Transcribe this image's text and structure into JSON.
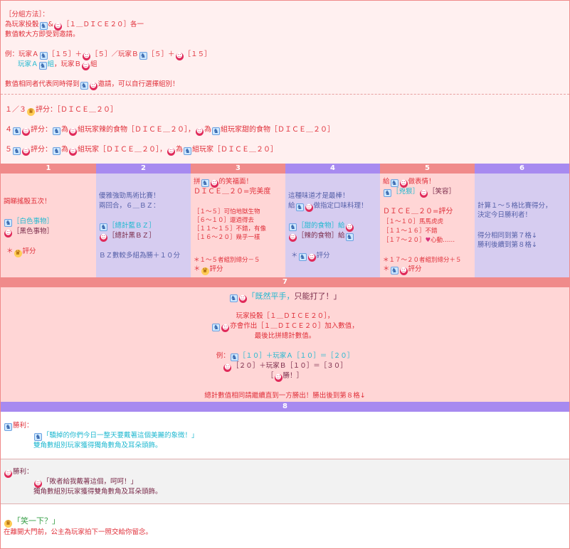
{
  "colors": {
    "pink": "#e0303a",
    "cyan": "#1fb8d0",
    "header_pink": "#f08a8a",
    "header_purple": "#a78af0",
    "cell_pink": "#ffd6d6",
    "cell_purple": "#d6ccf0"
  },
  "intro": {
    "l1": "［分組方法］：",
    "l2a": "為玩家投骰",
    "l2b": "&",
    "l2c": "［１＿ＤＩＣＥ２０］各一",
    "l3": "數值較大方即受到邀請。",
    "l4a": "例：玩家Ａ",
    "l4b": "［１５］＋",
    "l4c": "［５］／玩家Ｂ",
    "l4d": "［５］＋",
    "l4e": "［１５］",
    "l5a": "玩家Ａ",
    "l5b": "組",
    "l5c": "，玩家Ｂ",
    "l5d": "組",
    "l6a": "數值相同者代表同時得到",
    "l6b": "邀請，可以自行選擇組別！"
  },
  "scoring": {
    "l1a": "１／３",
    "l1b": "評分：［ＤＩＣＥ＿２０］",
    "l2a": "４",
    "l2b": "評分：",
    "l2c": "為",
    "l2d": "組玩家辣的食物［ＤＩＣＥ＿２０］，",
    "l2e": "為",
    "l2f": "組玩家甜的食物［ＤＩＣＥ＿２０］",
    "l3a": "５",
    "l3b": "評分：",
    "l3c": "為",
    "l3d": "組玩家［ＤＩＣＥ＿２０］，",
    "l3e": "為",
    "l3f": "組玩家［ＤＩＣＥ＿２０］"
  },
  "columns": [
    "1",
    "2",
    "3",
    "4",
    "5",
    "6"
  ],
  "cells": {
    "c1": {
      "l1": "謁睇搖骰五次！",
      "l2": "［白色事物］",
      "l3": "［黑色事物］",
      "l4": "＊",
      "l5": "評分"
    },
    "c2": {
      "l1": "優雅強勁馬術比賽！",
      "l2": "兩回合，６＿ＢＺ：",
      "l3": "［總計藍ＢＺ］",
      "l4": "［總計黑ＢＺ］",
      "l5": "ＢＺ數較多組為勝＋１０分"
    },
    "c3": {
      "l1a": "拼",
      "l1b": "的笑福面！",
      "l2": "ＤＩＣＥ＿２０=完美度",
      "l3": "［１～５］可怕地獄生物",
      "l4": "［６～１０］還過得去",
      "l5": "［１１～１５］不錯，有像",
      "l6": "［１６～２０］幾乎一樣",
      "l7": "＊１～５者組別總分－５",
      "l8a": "＊",
      "l8b": "評分"
    },
    "c4": {
      "l1": "這種味道才是最棒！",
      "l2a": "給",
      "l2b": "做指定口味料理！",
      "l3a": "［甜的食物］給",
      "l4a": "［辣的食物］給",
      "l5a": "＊",
      "l5b": "評分"
    },
    "c5": {
      "l1a": "給",
      "l1b": "做表情！",
      "l2a": "［兇狠］",
      "l2b": "［笑容］",
      "l3": "ＤＩＣＥ＿２０=評分",
      "l4": "［１～１０］馬馬虎虎",
      "l5": "［１１～１６］不錯",
      "l6a": "［１７～２０］",
      "l6b": "心動……",
      "l7": "＊１７～２０者組別總分＋５",
      "l8a": "＊",
      "l8b": "評分"
    },
    "c6": {
      "l1": "計算１～５格比賽得分，",
      "l2": "決定今日勝利者！",
      "l3": "得分相同到第７格↓",
      "l4": "勝利後續到第８格↓"
    }
  },
  "section7": {
    "bar": "7",
    "title_a": "「既然平手，",
    "title_b": "只能打了！」",
    "l1": "玩家投骰［１＿ＤＩＣＥ２０］，",
    "l2a": "亦會作出［１＿ＤＩＣＥ２０］加入數值，",
    "l3": "最後比拼總計數值。",
    "l4a": "例：",
    "l4b": "［１０］＋玩家Ａ［１０］＝［２０］",
    "l5a": "［２０］＋玩家Ｂ［１０］＝［３０］",
    "l6a": "［",
    "l6b": "勝！］",
    "l7": "總計數值相同請繼續直到一方勝出！勝出後到第８格↓"
  },
  "section8": {
    "bar": "8",
    "u_title": "勝利：",
    "u_quote": "「驕掉的你們今日一整天要戴著這個美麗的象徵！」",
    "u_desc": "雙角數組別玩家獲得獨角數角及耳朵頭飾。",
    "d_title": "勝利：",
    "d_quote": "「敗者給我戴著這個，呵呵！」",
    "d_desc": "獨角數組別玩家獲得雙角數角及耳朵頭飾。"
  },
  "footer": {
    "title": "「笑一下？」",
    "desc": "在離開大門前，公主為玩家拍下一照交給你留念。"
  }
}
